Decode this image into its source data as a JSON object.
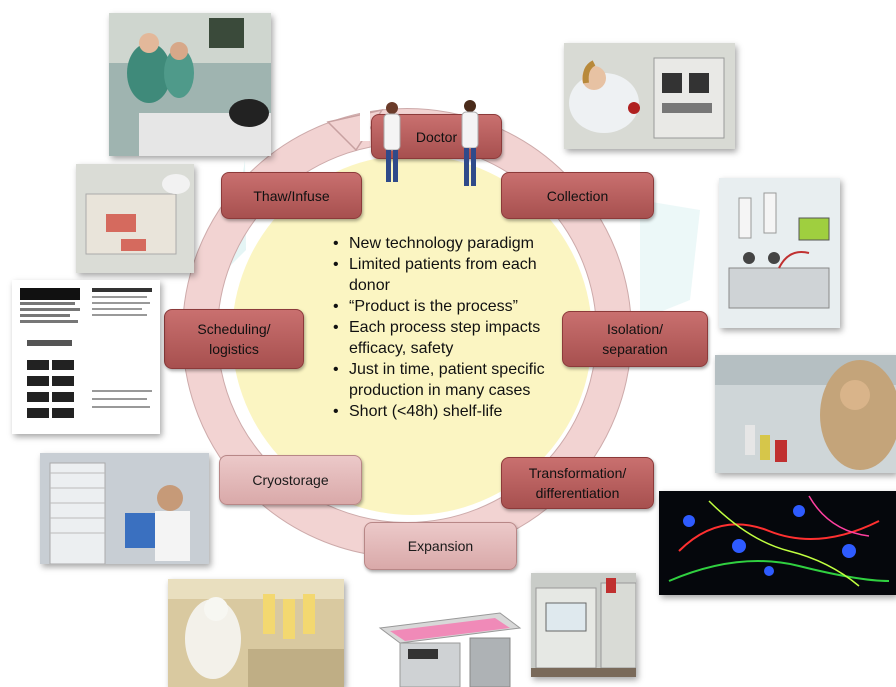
{
  "diagram": {
    "steps": [
      {
        "id": "doctor",
        "label": "Doctor",
        "style": "dark"
      },
      {
        "id": "collection",
        "label": "Collection",
        "style": "dark"
      },
      {
        "id": "isolation",
        "label": "Isolation/\nseparation",
        "style": "dark"
      },
      {
        "id": "transformation",
        "label": "Transformation/\ndifferentiation",
        "style": "dark"
      },
      {
        "id": "expansion",
        "label": "Expansion",
        "style": "light"
      },
      {
        "id": "cryostorage",
        "label": "Cryostorage",
        "style": "light"
      },
      {
        "id": "scheduling",
        "label": "Scheduling/\nlogistics",
        "style": "dark"
      },
      {
        "id": "thaw",
        "label": "Thaw/Infuse",
        "style": "dark"
      }
    ],
    "center_bullets": [
      "New technology paradigm",
      "Limited patients from each donor",
      "“Product is the process”",
      "Each process step impacts efficacy, safety",
      "Just in time, patient specific production in many cases",
      "Short (<48h) shelf-life"
    ],
    "colors": {
      "ring": "#f2d3d2",
      "ring_border": "#c8a1a1",
      "center_fill": "#fbf5c2",
      "box_dark": "#b85c5b",
      "box_light": "#e3b9b9"
    }
  },
  "photos": [
    {
      "id": "operating-room-photo",
      "icon": "operating-room-icon"
    },
    {
      "id": "donor-collection-photo",
      "icon": "apheresis-icon"
    },
    {
      "id": "blood-bags-photo",
      "icon": "blood-bag-icon"
    },
    {
      "id": "separation-device-photo",
      "icon": "device-icon"
    },
    {
      "id": "patient-label-document",
      "icon": "barcode-icon"
    },
    {
      "id": "lab-worker-photo",
      "icon": "lab-hood-icon"
    },
    {
      "id": "fluorescent-cells-photo",
      "icon": "cells-icon"
    },
    {
      "id": "cryostorage-photo",
      "icon": "freezer-icon"
    },
    {
      "id": "cleanroom-photo",
      "icon": "cleanroom-icon"
    },
    {
      "id": "bioreactor-photo",
      "icon": "bioreactor-icon"
    },
    {
      "id": "incubator-photo",
      "icon": "incubator-icon"
    }
  ]
}
